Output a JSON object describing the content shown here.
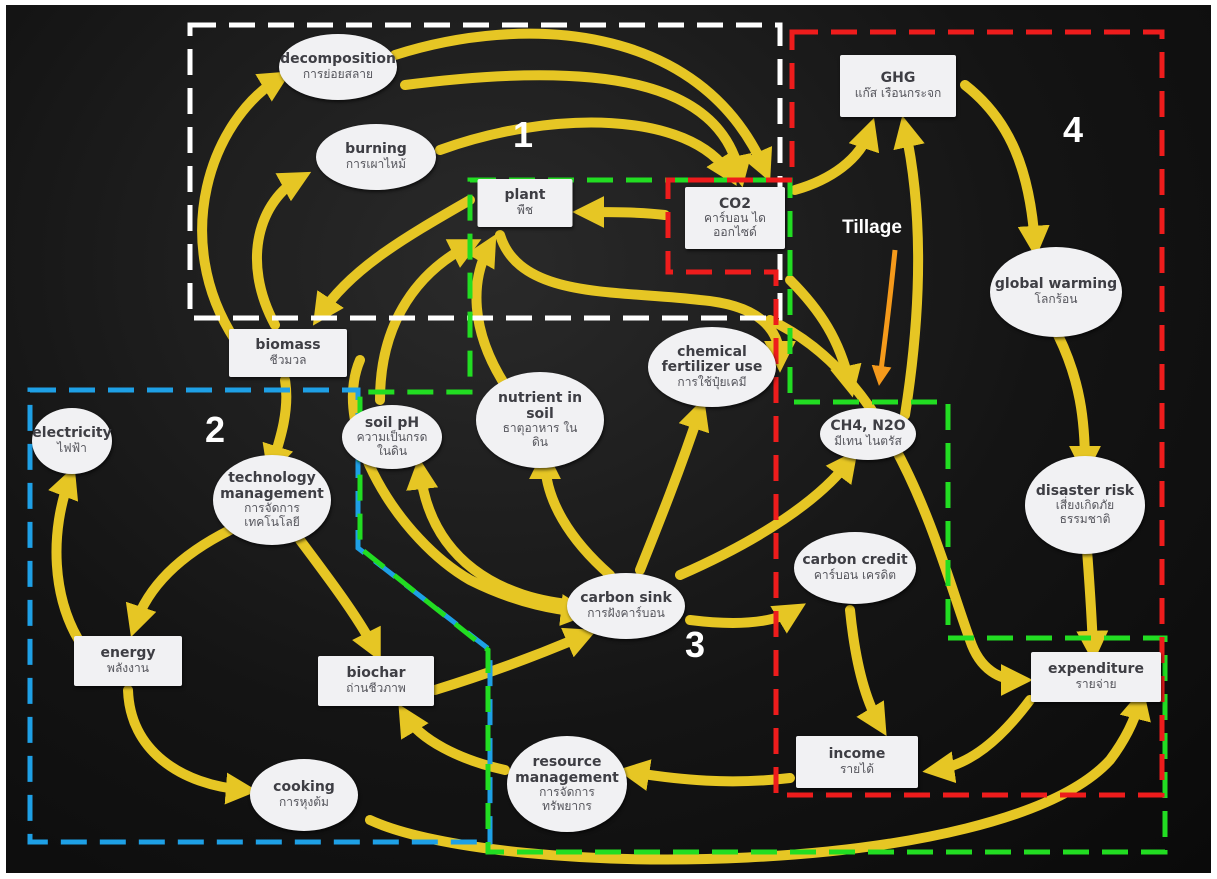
{
  "diagram": {
    "region_numbers": [
      "1",
      "2",
      "3",
      "4"
    ],
    "annotation": "Tillage",
    "colors": {
      "background": "#141414",
      "clay_links": "#e6c624",
      "region_white": "#ffffff",
      "region_blue": "#1ea0e6",
      "region_green": "#22dd22",
      "region_red": "#ee1c1c",
      "tillage_arrow": "#f59a1b",
      "card": "#f1f1f3"
    },
    "nodes": {
      "decomposition": {
        "en": "decomposition",
        "th": "การย่อยสลาย"
      },
      "burning": {
        "en": "burning",
        "th": "การเผาไหม้"
      },
      "plant": {
        "en": "plant",
        "th": "พืช"
      },
      "co2": {
        "en": "CO2",
        "th": "คาร์บอน ไดออกไซด์"
      },
      "ghg": {
        "en": "GHG",
        "th": "แก๊ส เรือนกระจก"
      },
      "global_warming": {
        "en": "global warming",
        "th": "โลกร้อน"
      },
      "biomass": {
        "en": "biomass",
        "th": "ชีวมวล"
      },
      "chemical_fertilizer": {
        "en": "chemical fertilizer use",
        "th": "การใช้ปุ๋ยเคมี"
      },
      "nutrient": {
        "en": "nutrient in soil",
        "th": "ธาตุอาหาร ในดิน"
      },
      "soil_ph": {
        "en": "soil pH",
        "th": "ความเป็นกรด ในดิน"
      },
      "electricity": {
        "en": "electricity",
        "th": "ไฟฟ้า"
      },
      "technology": {
        "en": "technology management",
        "th": "การจัดการ เทคโนโลยี"
      },
      "ch4_n2o": {
        "en": "CH4, N2O",
        "th": "มีเทน ไนตรัส"
      },
      "disaster": {
        "en": "disaster risk",
        "th": "เสี่ยงเกิดภัย ธรรมชาติ"
      },
      "carbon_credit": {
        "en": "carbon credit",
        "th": "คาร์บอน เครดิต"
      },
      "carbon_sink": {
        "en": "carbon sink",
        "th": "การฝังคาร์บอน"
      },
      "energy": {
        "en": "energy",
        "th": "พลังงาน"
      },
      "biochar": {
        "en": "biochar",
        "th": "ถ่านชีวภาพ"
      },
      "expenditure": {
        "en": "expenditure",
        "th": "รายจ่าย"
      },
      "resource": {
        "en": "resource management",
        "th": "การจัดการ ทรัพยากร"
      },
      "income": {
        "en": "income",
        "th": "รายได้"
      },
      "cooking": {
        "en": "cooking",
        "th": "การหุงต้ม"
      }
    }
  }
}
